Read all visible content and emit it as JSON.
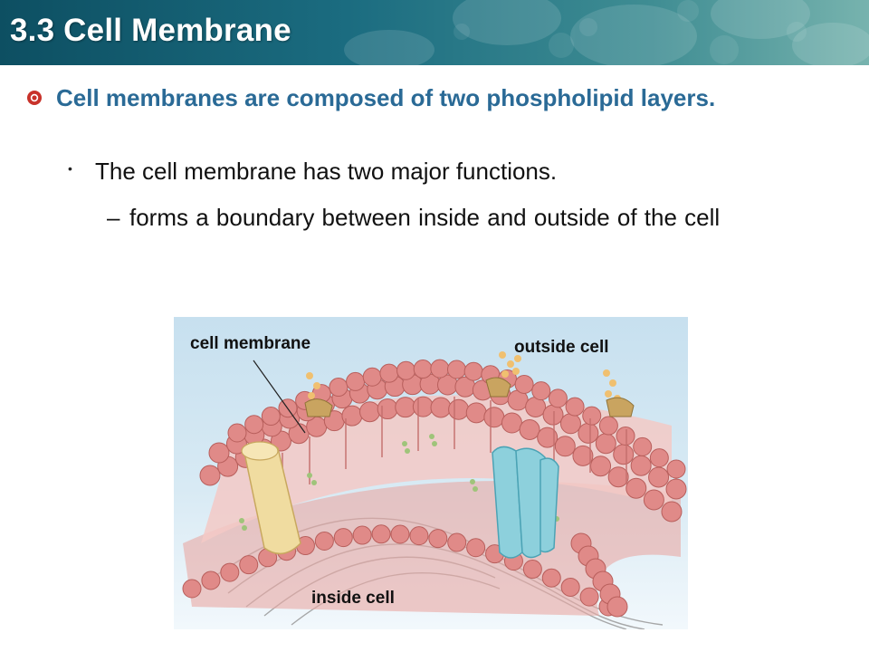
{
  "slide": {
    "title": "3.3 Cell Membrane",
    "main_point": "Cell membranes are composed of two phospholipid layers.",
    "sub_point": "The cell membrane has two major functions.",
    "sub_sub_dash": "–",
    "sub_sub_point": "forms a boundary between inside and outside of the cell"
  },
  "figure": {
    "label_membrane": "cell membrane",
    "label_outside": "outside cell",
    "label_inside": "inside cell"
  },
  "colors": {
    "header_teal": "#1b6c80",
    "main_point_blue": "#2a6a96",
    "bullet_red": "#c8322a",
    "lipid_head": "#e08a88",
    "protein_blue": "#8dd0dc",
    "protein_tan": "#f0dca0"
  },
  "icons": {
    "main_bullet": "red-circle-bullet-icon",
    "sub_bullet": "small-dot-bullet-icon"
  }
}
